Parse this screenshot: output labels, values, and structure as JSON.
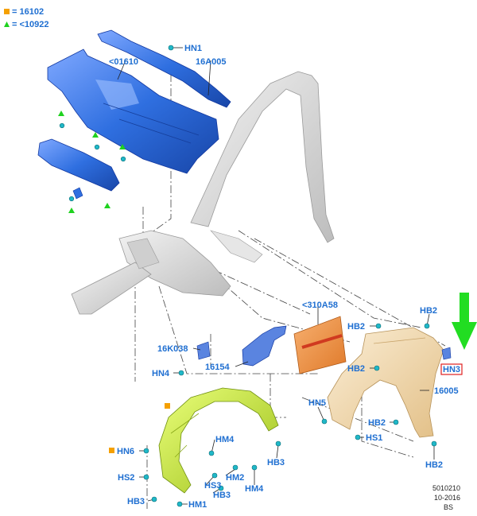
{
  "legend": [
    {
      "symbol": "square",
      "color": "#f5a000",
      "text": "= 16102"
    },
    {
      "symbol": "triangle",
      "color": "#1fd21f",
      "text": "= <10922"
    }
  ],
  "labels": {
    "hn1": "HN1",
    "p01610": "<01610",
    "p16A005": "16A005",
    "p310A58": "<310A58",
    "hb2_top": "HB2",
    "hb2_left": "HB2",
    "p16K038": "16K038",
    "hb2_mid": "HB2",
    "hn4": "HN4",
    "p16154": "16154",
    "hn3": "HN3",
    "p16005": "16005",
    "hn5": "HN5",
    "hb2_low": "HB2",
    "hs1": "HS1",
    "hb2_bottom": "HB2",
    "hm4_a": "HM4",
    "hn6": "HN6",
    "hb3_right": "HB3",
    "hs2": "HS2",
    "hm2": "HM2",
    "hm4_b": "HM4",
    "hs3": "HS3",
    "hb3_mid": "HB3",
    "hb3_left": "HB3",
    "hm1": "HM1"
  },
  "footer": {
    "code": "5010210",
    "date": "10-2016",
    "initials": "BS"
  },
  "colors": {
    "label": "#1f6fd1",
    "dash_panel": "#2f6fe0",
    "fender": "#f2d6a8",
    "splash_shield": "#c8e63c",
    "shield_plate": "#f0904a",
    "arrow": "#22dd22",
    "body_frame": "#d9d9d9"
  },
  "icons": [
    "legend-square-icon",
    "legend-triangle-icon",
    "green-arrow-icon",
    "fastener-icon"
  ]
}
